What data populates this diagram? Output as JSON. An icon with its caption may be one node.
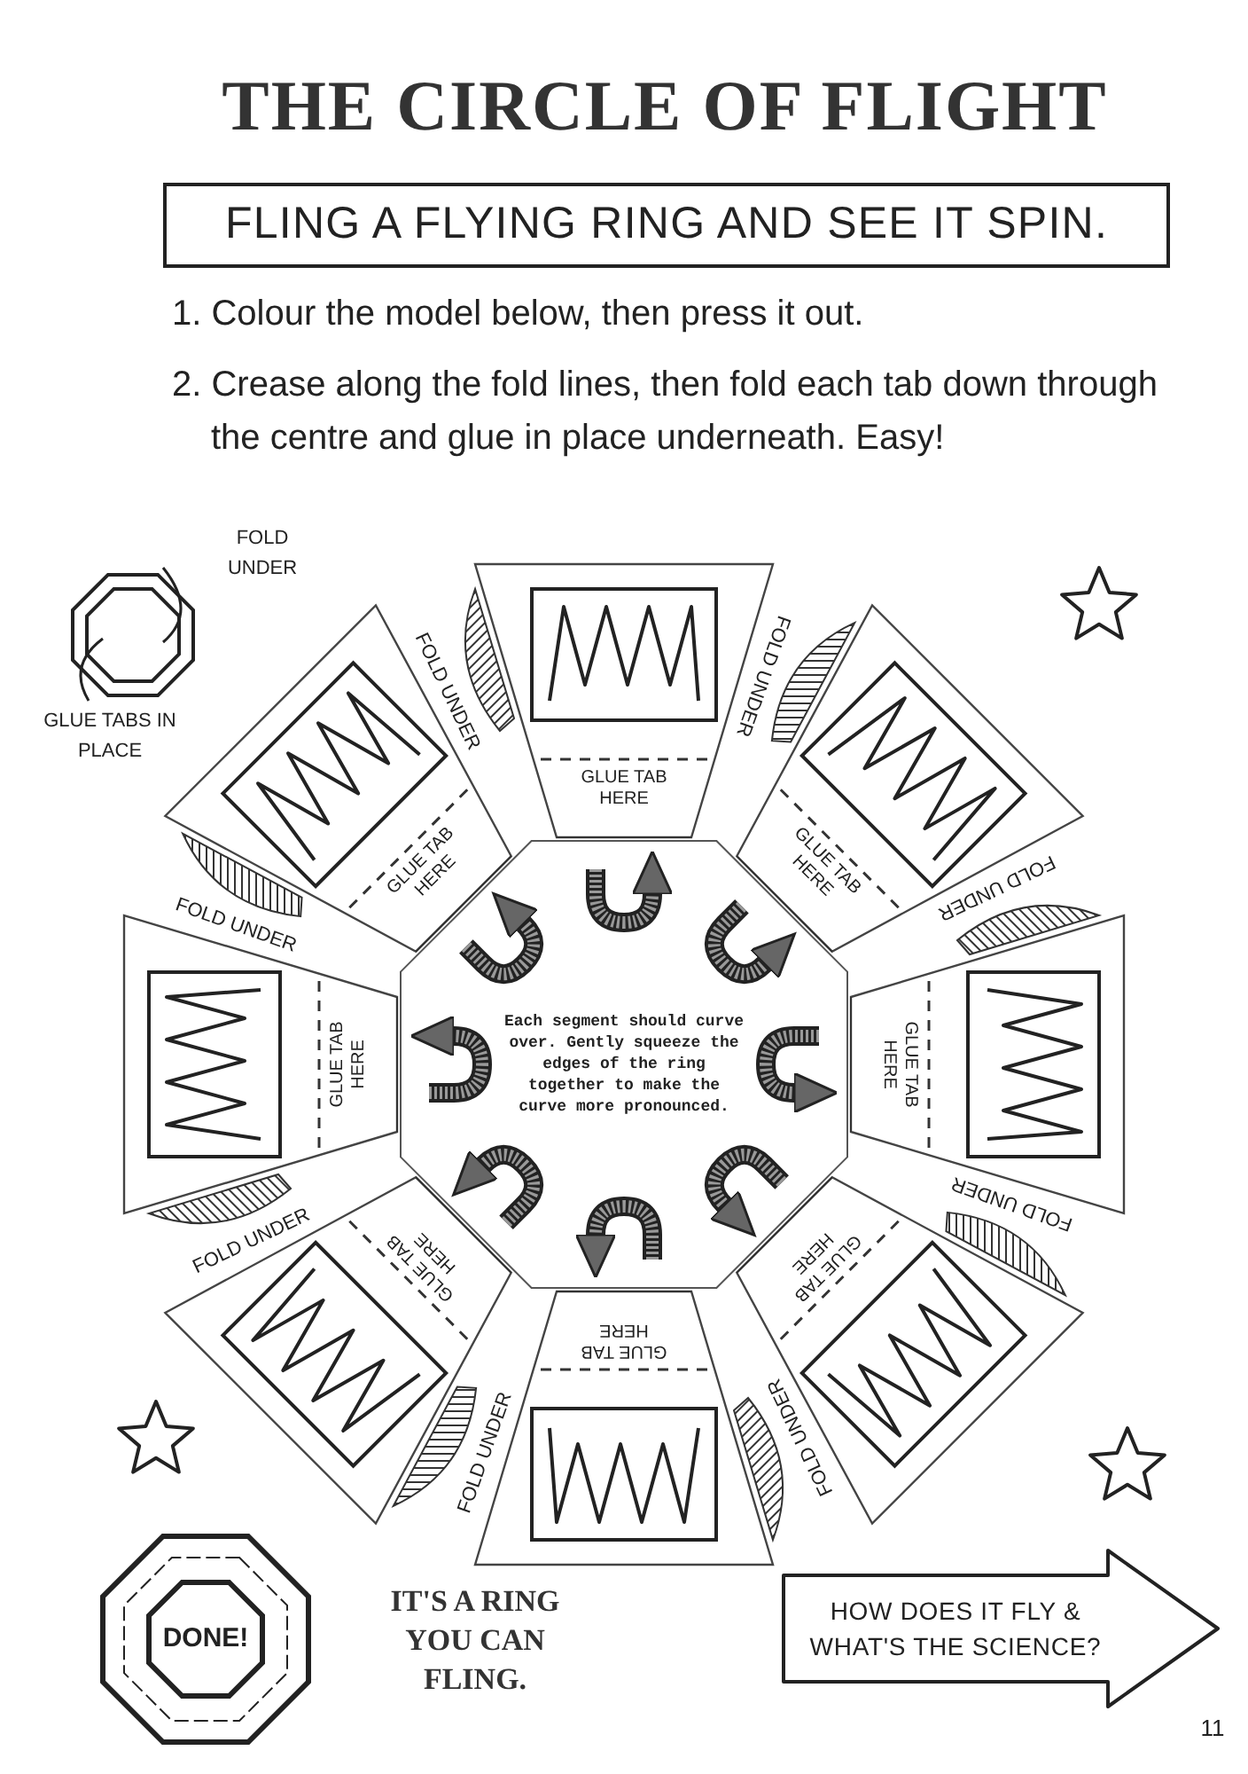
{
  "diagram": {
    "title": "THE CIRCLE OF FLIGHT",
    "nodes": [
      {
        "text": [
          "FLING A FLYING RING AND SEE IT SPIN."
        ]
      },
      {
        "text": [
          "Each segment should curve over. Gently squeeze the edges of the ring together to make the curve more pronounced."
        ]
      },
      {
        "text": [
          "DONE!"
        ]
      },
      {
        "text": [
          "HOW DOES IT FLY & WHAT'S THE SCIENCE?"
        ]
      }
    ],
    "labels": [
      "1. Colour the model below, then press it out.",
      "2. Crease along the fold lines, then fold each tab down through the centre and glue in place underneath. Easy!",
      "FOLD UNDER",
      "GLUE TABS IN PLACE",
      "FOLD UNDER",
      "FOLD UNDER",
      "FOLD UNDER",
      "FOLD UNDER",
      "FOLD UNDER",
      "FOLD UNDER",
      "FOLD UNDER",
      "FOLD UNDER",
      "GLUE TAB HERE",
      "GLUE TAB HERE",
      "GLUE TAB HERE",
      "GLUE TAB HERE",
      "GLUE TAB HERE",
      "GLUE TAB HERE",
      "GLUE TAB HERE",
      "GLUE TAB HERE",
      "IT'S A RING YOU CAN FLING.",
      "11"
    ]
  }
}
